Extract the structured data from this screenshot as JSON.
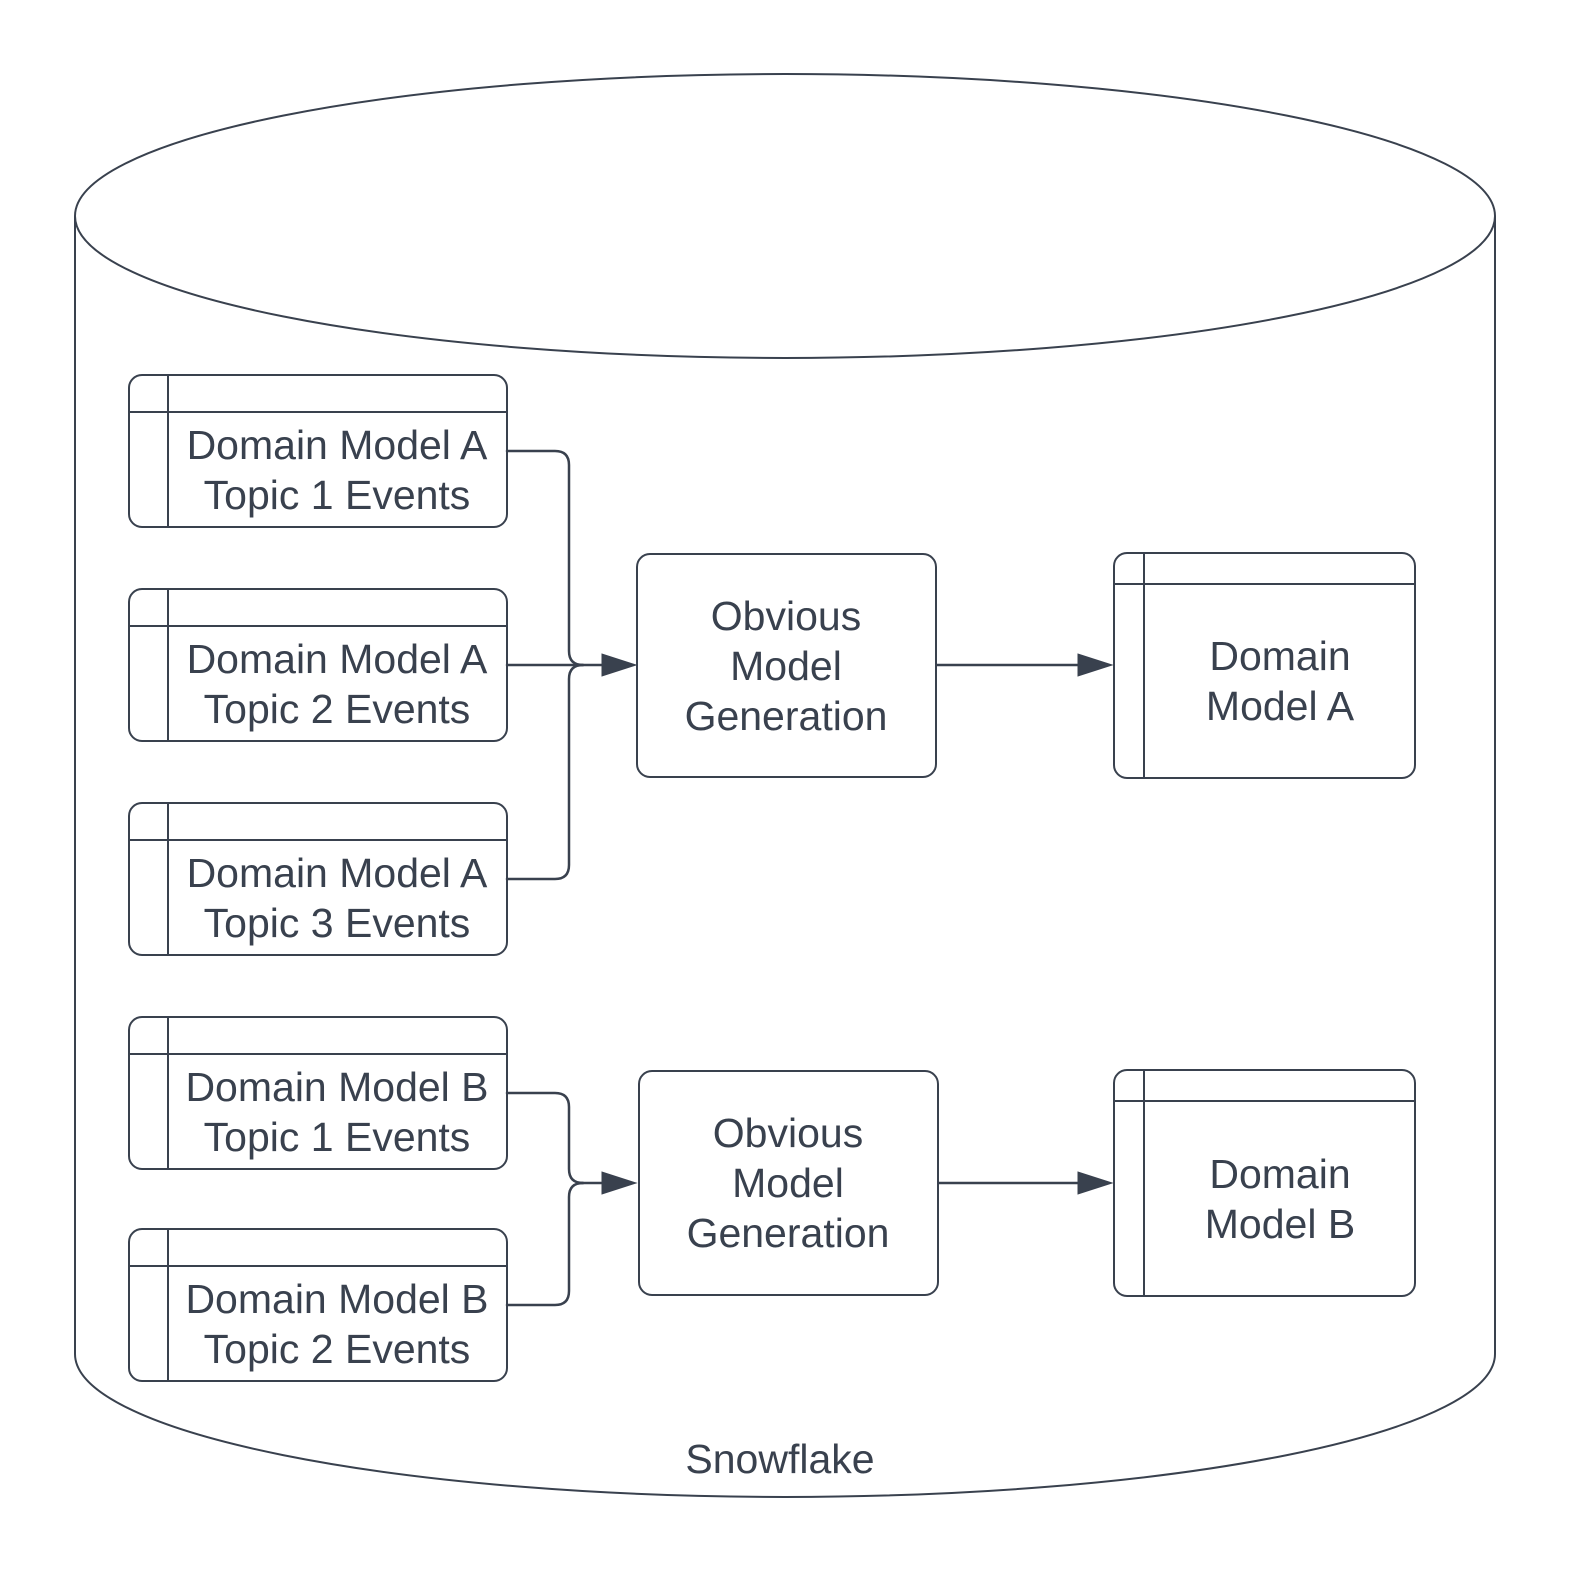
{
  "diagram": {
    "type": "flow-diagram",
    "container": {
      "shape": "cylinder",
      "label": "Snowflake"
    },
    "colors": {
      "stroke": "#39414E",
      "text": "#39414E",
      "background": "#FFFFFF",
      "shape_fill": "#FFFFFF"
    },
    "group_a": {
      "sources": [
        {
          "line1": "Domain Model A",
          "line2": "Topic 1 Events"
        },
        {
          "line1": "Domain Model A",
          "line2": "Topic 2 Events"
        },
        {
          "line1": "Domain Model A",
          "line2": "Topic 3 Events"
        }
      ],
      "process": {
        "line1": "Obvious",
        "line2": "Model",
        "line3": "Generation"
      },
      "output": {
        "line1": "Domain",
        "line2": "Model A"
      }
    },
    "group_b": {
      "sources": [
        {
          "line1": "Domain Model B",
          "line2": "Topic 1 Events"
        },
        {
          "line1": "Domain Model B",
          "line2": "Topic 2 Events"
        }
      ],
      "process": {
        "line1": "Obvious",
        "line2": "Model",
        "line3": "Generation"
      },
      "output": {
        "line1": "Domain",
        "line2": "Model B"
      }
    }
  }
}
